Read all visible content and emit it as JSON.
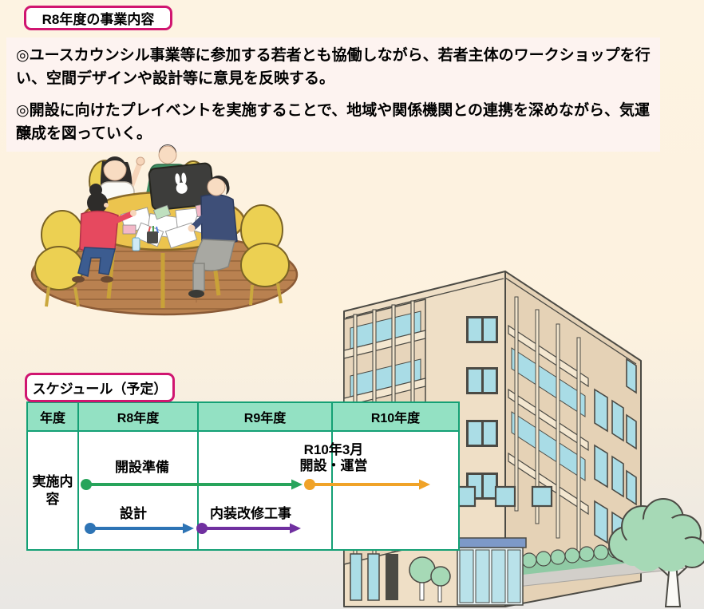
{
  "header": {
    "title": "R8年度の事業内容"
  },
  "sections": {
    "description_paragraphs": [
      "◎ユースカウンシル事業等に参加する若者とも協働しながら、若者主体のワークショップを行い、空間デザインや設計等に意見を反映する。",
      "◎開設に向けたプレイベントを実施することで、地域や関係機関との連携を深めながら、気運醸成を図っていく。"
    ]
  },
  "illustrations": {
    "workshop": "workshop-scene-young-people-around-table",
    "building": "facility-building-with-trees"
  },
  "schedule": {
    "label": "スケジュール（予定）",
    "columns": [
      "年度",
      "R8年度",
      "R9年度",
      "R10年度"
    ],
    "row_header": "実施内容",
    "tasks": [
      {
        "name": "開設準備",
        "color": "#27a45b",
        "start_col": "R8年度",
        "end_col": "R9年度"
      },
      {
        "milestone": "R10年3月",
        "name": "開設・運営",
        "color": "#f0a328",
        "start_col": "R9年度",
        "end_col": "R10年度"
      },
      {
        "name": "設計",
        "color": "#2e74b5",
        "start_col": "R8年度",
        "end_col": "R8年度"
      },
      {
        "name": "内装改修工事",
        "color": "#7030a0",
        "start_col": "R9年度",
        "end_col": "R9年度"
      }
    ]
  },
  "colors": {
    "accent_pink": "#d01570",
    "table_border_teal": "#14a075",
    "table_header_mint": "#93e1c3",
    "page_background_top": "#fdf3e2",
    "page_background_bottom": "#e9e7e4",
    "description_background": "#fdf3f0"
  }
}
